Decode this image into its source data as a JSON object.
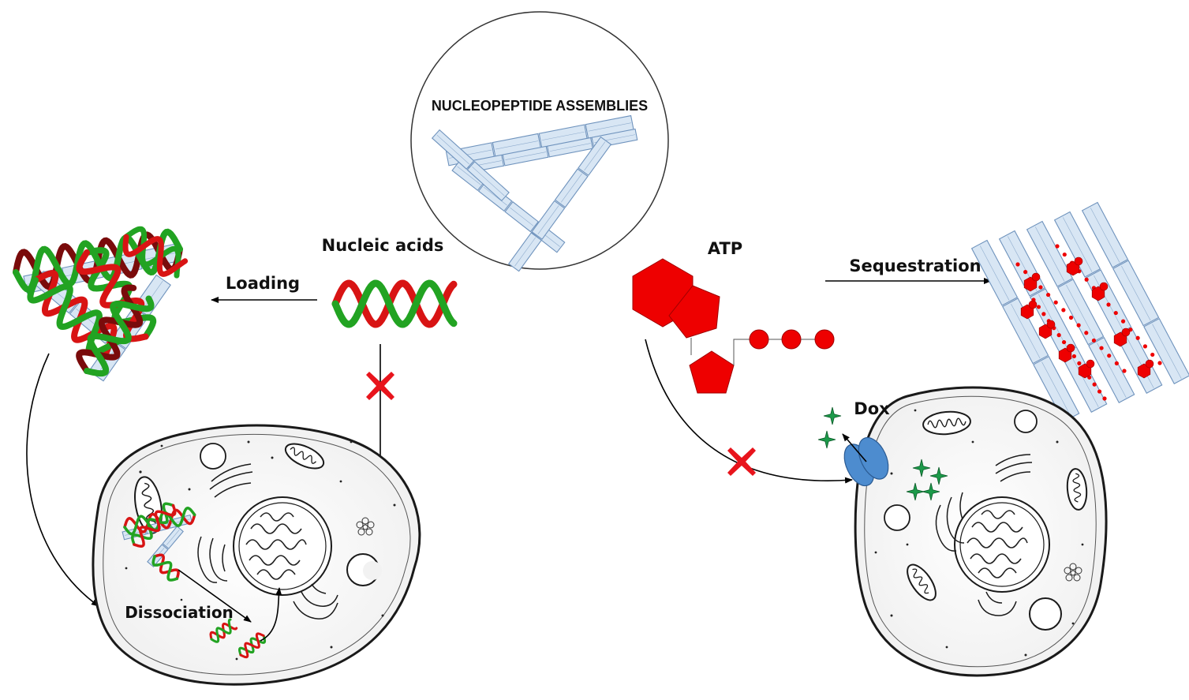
{
  "labels": {
    "center_title": "NUCLEOPEPTIDE ASSEMBLIES",
    "nucleic_acids": "Nucleic acids",
    "loading": "Loading",
    "dissociation": "Dissociation",
    "atp": "ATP",
    "sequestration": "Sequestration",
    "dox": "Dox"
  },
  "colors": {
    "fiber_fill": "#d8e6f4",
    "fiber_stroke": "#6f93bd",
    "dna_green": "#22a322",
    "dna_red": "#d81414",
    "dna_dark_red": "#7a0b0b",
    "atp_red": "#ee0000",
    "blocked_cross": "#e8141c",
    "drug_star": "#1c9a4a",
    "channel_blue": "#4d8ccf",
    "cell_outline": "#1a1a1a",
    "arrow": "#000000"
  },
  "icons": {
    "blocked": "x-mark-icon",
    "drug": "four-point-star-icon",
    "transporter": "membrane-channel-icon"
  }
}
